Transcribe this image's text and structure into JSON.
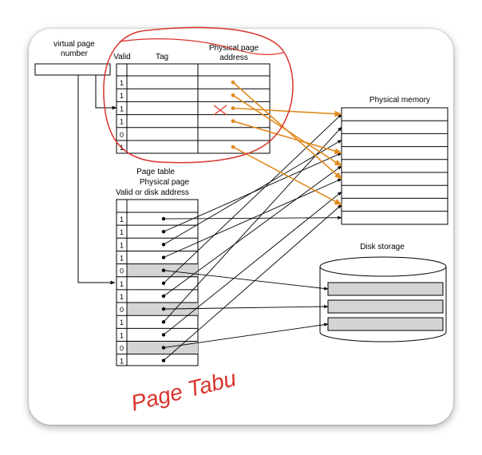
{
  "labels": {
    "virtual_page_number_line1": "virtual page",
    "virtual_page_number_line2": "number",
    "tlb_valid": "Valid",
    "tlb_tag": "Tag",
    "tlb_phys_line1": "Physical page",
    "tlb_phys_line2": "address",
    "page_table": "Page table",
    "pt_phys_line1": "Physical page",
    "pt_header_line2": "Valid or disk address",
    "physical_memory": "Physical memory",
    "disk_storage": "Disk storage",
    "handwritten_note": "Page Tabu"
  },
  "tlb_valid_bits": [
    "1",
    "1",
    "1",
    "1",
    "0",
    "1"
  ],
  "page_table_valid_bits": [
    "1",
    "1",
    "1",
    "1",
    "0",
    "1",
    "1",
    "0",
    "1",
    "1",
    "0",
    "1"
  ],
  "colors": {
    "ink": "#000000",
    "tlb_arrow": "#e08a1e",
    "annotation": "#d9342b",
    "disk_row": "#d4d4d4"
  }
}
